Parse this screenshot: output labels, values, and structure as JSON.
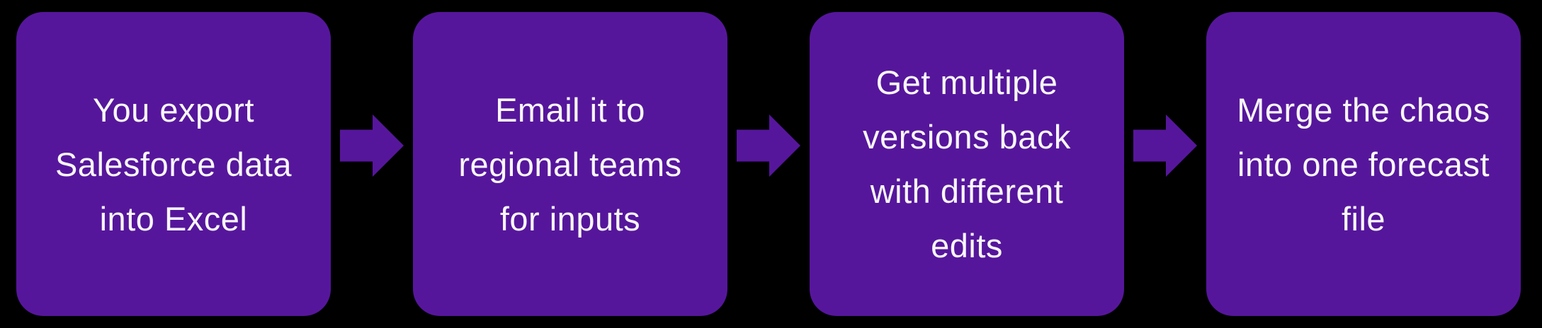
{
  "diagram": {
    "type": "horizontal-flowchart",
    "background_color": "#000000",
    "box_color": "#56169B",
    "arrow_color": "#56169B",
    "text_color": "#F8F7FB",
    "steps": [
      {
        "label": "You export Salesforce data into Excel"
      },
      {
        "label": "Email it to regional teams for inputs"
      },
      {
        "label": "Get multiple versions back with different edits"
      },
      {
        "label": "Merge the chaos into one forecast file"
      }
    ],
    "connectors": [
      {
        "icon": "arrow-right"
      },
      {
        "icon": "arrow-right"
      },
      {
        "icon": "arrow-right"
      }
    ]
  }
}
